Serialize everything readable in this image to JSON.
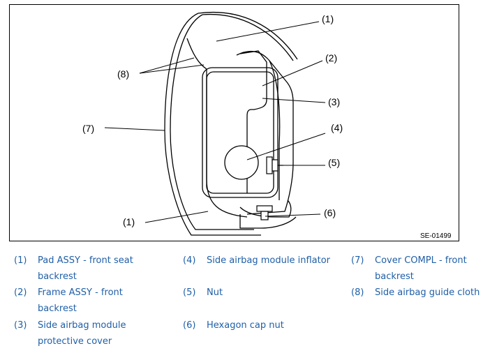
{
  "figure": {
    "code": "SE-01499",
    "callouts": [
      "(1)",
      "(2)",
      "(3)",
      "(4)",
      "(5)",
      "(6)",
      "(7)",
      "(8)",
      "(1)"
    ]
  },
  "legend": [
    {
      "num": "(1)",
      "text": [
        "Pad ASSY - front seat",
        "backrest"
      ]
    },
    {
      "num": "(2)",
      "text": [
        "Frame ASSY - front",
        "backrest"
      ]
    },
    {
      "num": "(3)",
      "text": [
        "Side airbag module",
        "protective cover"
      ]
    },
    {
      "num": "(4)",
      "text": [
        "Side airbag module inflator"
      ]
    },
    {
      "num": "(5)",
      "text": [
        "Nut"
      ]
    },
    {
      "num": "(6)",
      "text": [
        "Hexagon cap nut"
      ]
    },
    {
      "num": "(7)",
      "text": [
        "Cover COMPL - front",
        "backrest"
      ]
    },
    {
      "num": "(8)",
      "text": [
        "Side airbag guide cloth"
      ]
    }
  ]
}
